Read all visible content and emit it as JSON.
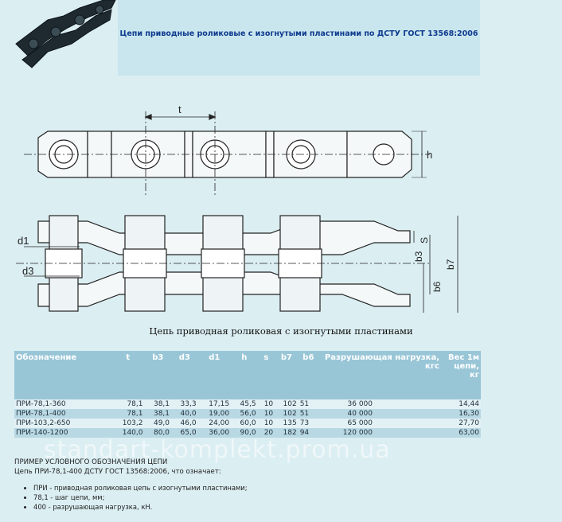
{
  "header": {
    "title": "Цепи приводные роликовые с изогнутыми пластинами по ДСТУ ГОСТ 13568:2006"
  },
  "drawing": {
    "labels": {
      "t": "t",
      "h": "h",
      "d1": "d1",
      "d3": "d3",
      "s": "S",
      "b3": "b3",
      "b6": "b6",
      "b7": "b7"
    },
    "caption": "Цепь приводная роликовая с изогнутыми пластинами"
  },
  "table": {
    "headers": [
      "Обозначение",
      "t",
      "b3",
      "d3",
      "d1",
      "h",
      "s",
      "b7",
      "b6",
      "Разрушающая нагрузка, кгс",
      "Вес 1м цепи, кг"
    ],
    "rows": [
      [
        "ПРИ-78,1-360",
        "78,1",
        "38,1",
        "33,3",
        "17,15",
        "45,5",
        "10",
        "102",
        "51",
        "36 000",
        "14,44"
      ],
      [
        "ПРИ-78,1-400",
        "78,1",
        "38,1",
        "40,0",
        "19,00",
        "56,0",
        "10",
        "102",
        "51",
        "40 000",
        "16,30"
      ],
      [
        "ПРИ-103,2-650",
        "103,2",
        "49,0",
        "46,0",
        "24,00",
        "60,0",
        "10",
        "135",
        "73",
        "65 000",
        "27,70"
      ],
      [
        "ПРИ-140-1200",
        "140,0",
        "80,0",
        "65,0",
        "36,00",
        "90,0",
        "20",
        "182",
        "94",
        "120 000",
        "63,00"
      ]
    ]
  },
  "notes": {
    "heading": "ПРИМЕР УСЛОВНОГО ОБОЗНАЧЕНИЯ ЦЕПИ",
    "line": "Цепь ПРИ-78,1-400 ДСТУ ГОСТ 13568:2006, что означает:",
    "items": [
      "ПРИ - приводная роликовая цепь с изогнутыми пластинами;",
      "78,1 - шаг цепи, мм;",
      "400 - разрушающая нагрузка, кН."
    ]
  },
  "watermark": "standart-komplekt.prom.ua"
}
